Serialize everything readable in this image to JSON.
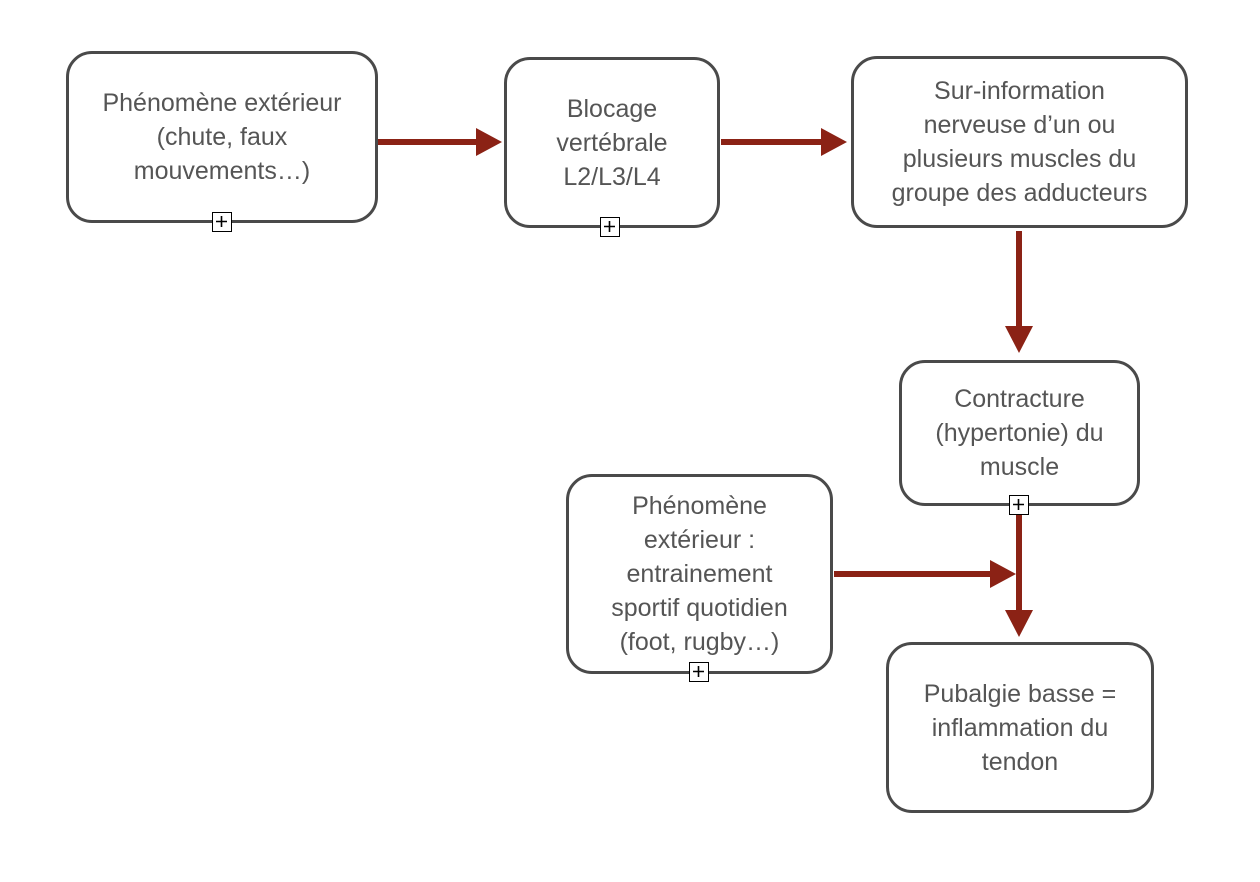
{
  "diagram": {
    "colors": {
      "arrow": "#8b2215",
      "node_border": "#4a4a4a",
      "node_text": "#555555"
    },
    "nodes": {
      "external_phenomenon": {
        "lines": [
          "Phénomène extérieur",
          "(chute, faux",
          "mouvements…)"
        ],
        "expander_icon": "plus-box-icon"
      },
      "vertebral_block": {
        "lines": [
          "Blocage",
          "vertébrale",
          "L2/L3/L4"
        ],
        "expander_icon": "plus-box-icon"
      },
      "nerve_overload": {
        "lines": [
          "Sur-information",
          "nerveuse d’un ou",
          "plusieurs muscles du",
          "groupe des adducteurs"
        ]
      },
      "contracture": {
        "lines": [
          "Contracture",
          "(hypertonie) du",
          "muscle"
        ],
        "expander_icon": "plus-box-icon"
      },
      "sport_training": {
        "lines": [
          "Phénomène",
          "extérieur :",
          "entrainement",
          "sportif quotidien",
          "(foot, rugby…)"
        ],
        "expander_icon": "plus-box-icon"
      },
      "pubalgia": {
        "lines": [
          "Pubalgie basse =",
          "inflammation du",
          "tendon"
        ]
      }
    },
    "edges": [
      {
        "from": "external_phenomenon",
        "to": "vertebral_block"
      },
      {
        "from": "vertebral_block",
        "to": "nerve_overload"
      },
      {
        "from": "nerve_overload",
        "to": "contracture"
      },
      {
        "from": "contracture",
        "to": "pubalgia"
      },
      {
        "from": "sport_training",
        "to": "contracture-pubalgia-link"
      }
    ]
  }
}
